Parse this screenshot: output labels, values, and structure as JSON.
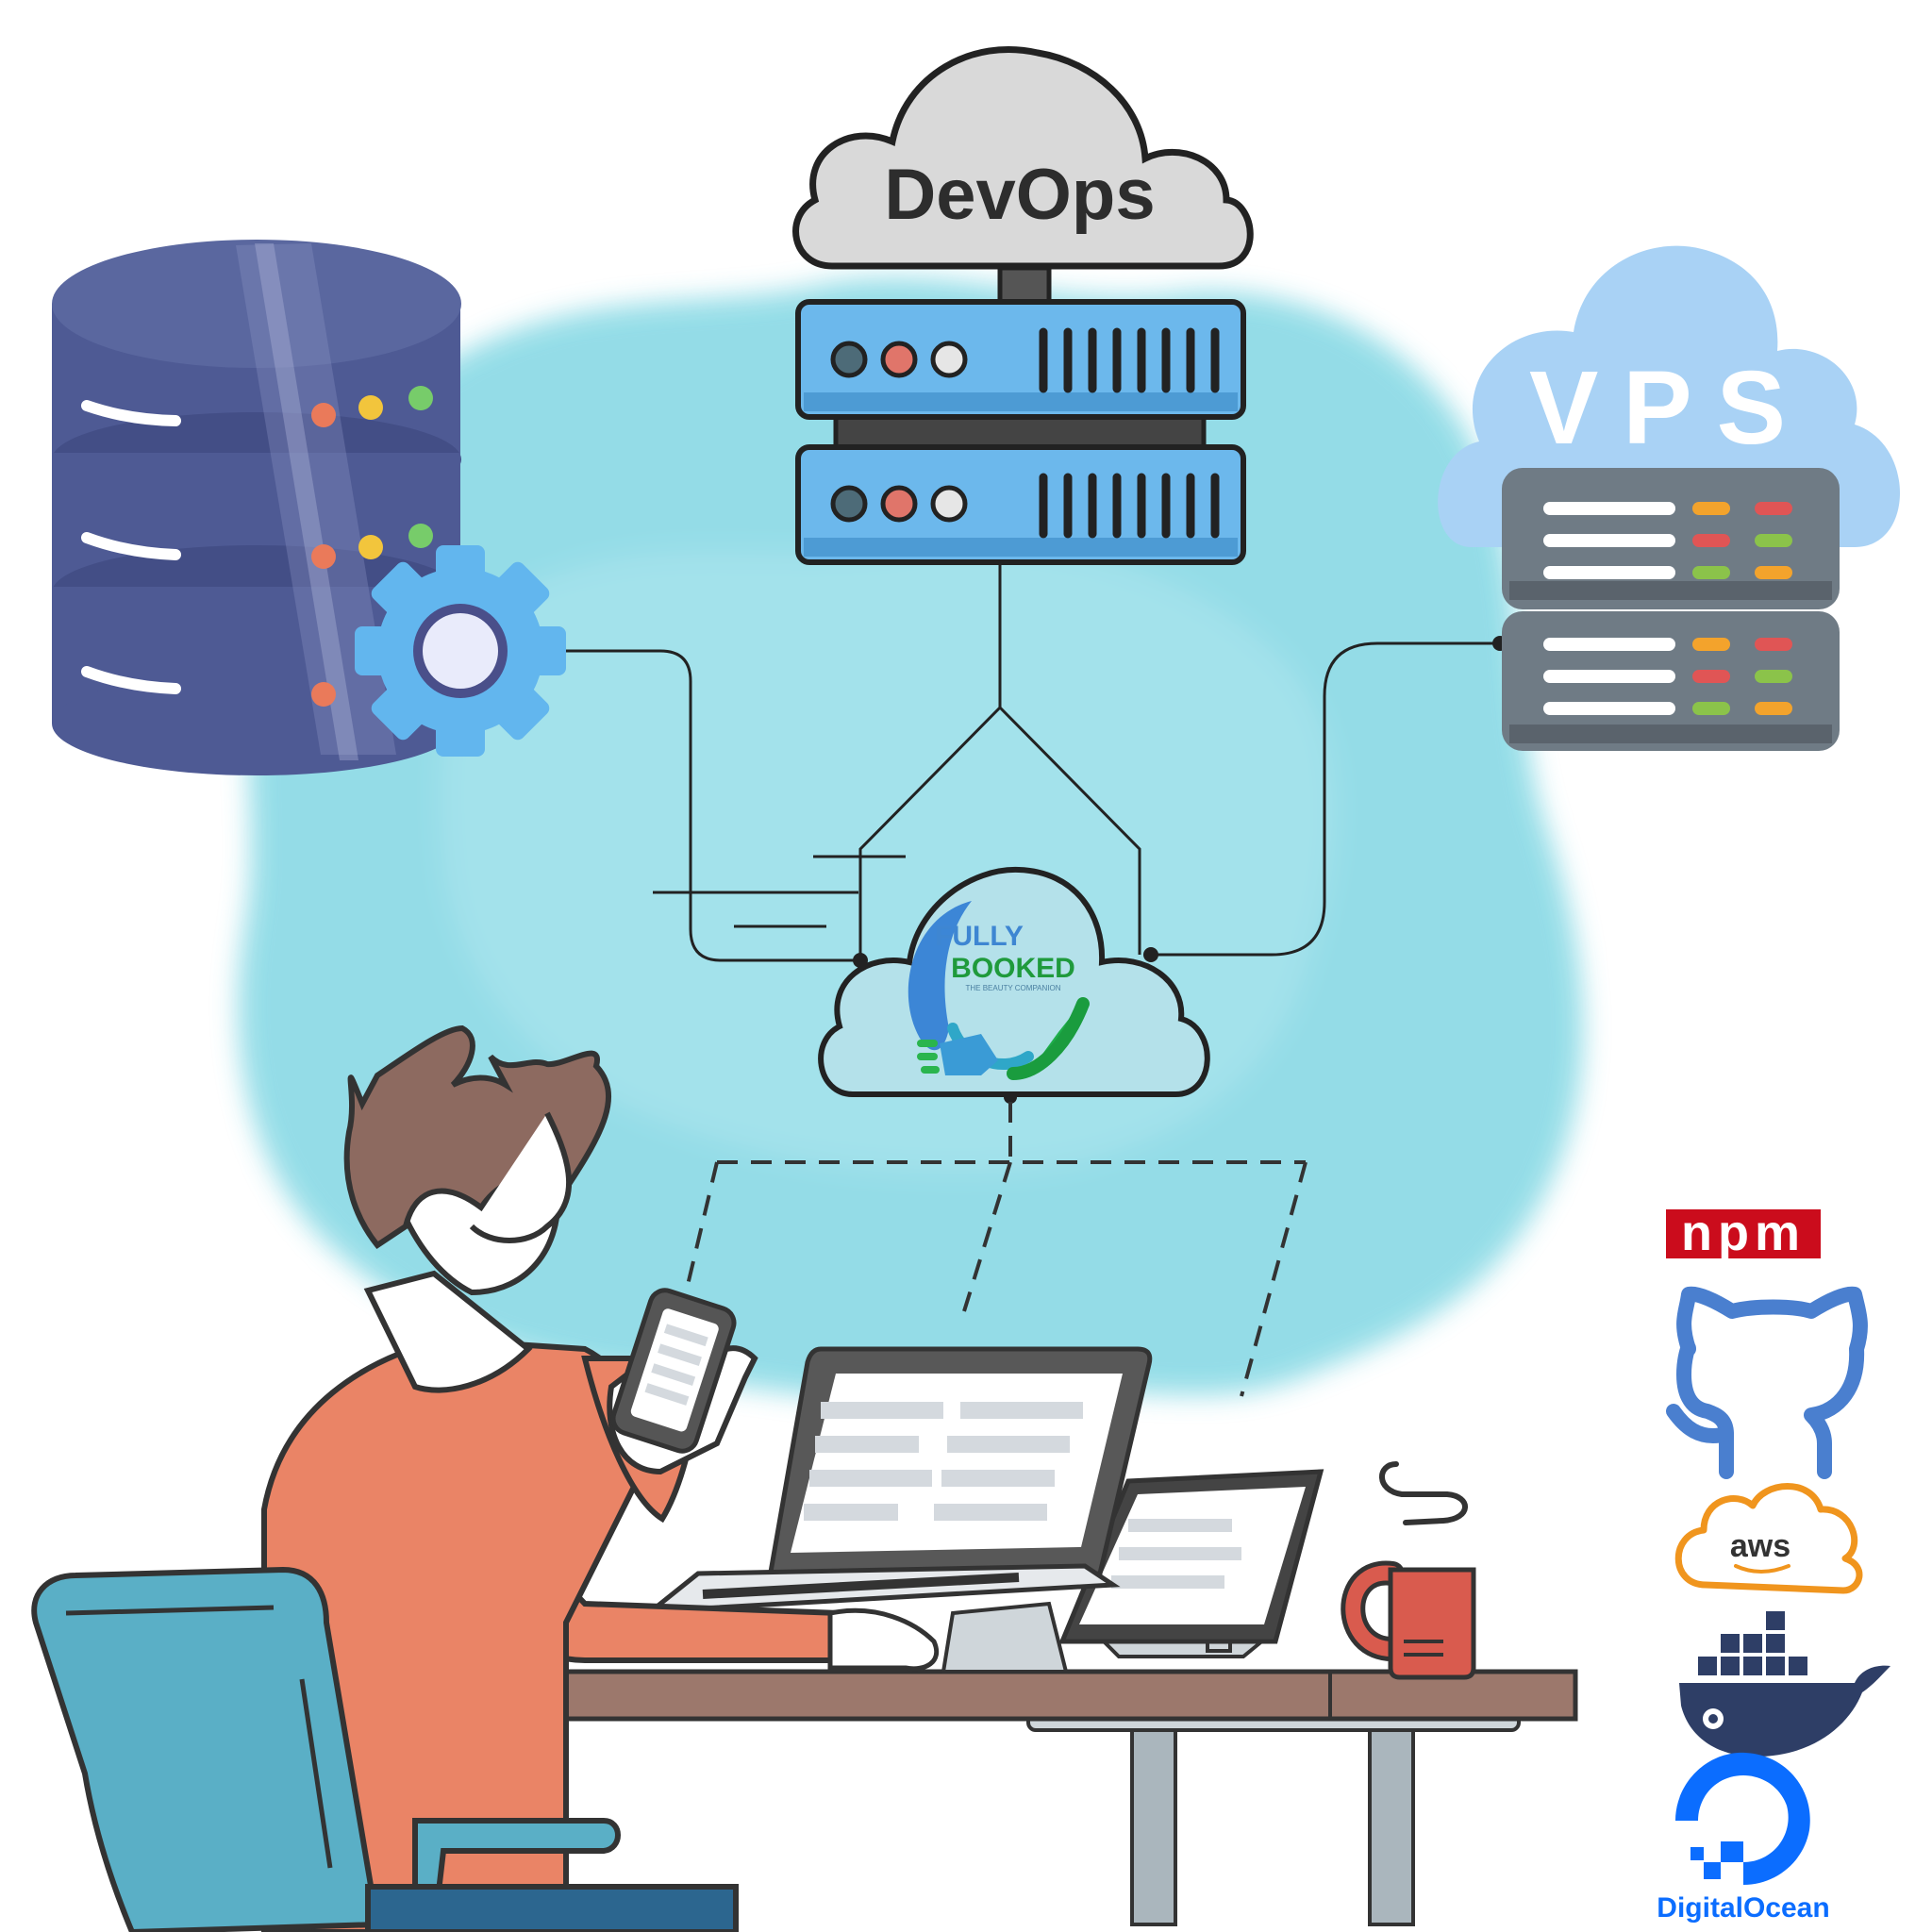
{
  "devops": {
    "label": "DevOps"
  },
  "vps": {
    "label": "VPS"
  },
  "brand": {
    "line1": "FULLY",
    "line2": "BOOKED",
    "tagline": "THE BEAUTY COMPANION"
  },
  "tools": [
    {
      "icon": "npm-icon",
      "label": "npm"
    },
    {
      "icon": "github-icon",
      "label": ""
    },
    {
      "icon": "aws-icon",
      "label": "aws"
    },
    {
      "icon": "docker-icon",
      "label": ""
    },
    {
      "icon": "digitalocean-icon",
      "label": "DigitalOcean"
    }
  ],
  "colors": {
    "splash": "#8fdbe6",
    "database": "#4e5a94",
    "server": "#6cb8ec",
    "vps_cloud": "#a9d2f5",
    "vps_server": "#6f7b85",
    "npm": "#cb0c1c",
    "github": "#4a7fcf",
    "aws": "#f0951e",
    "docker": "#2e3e66",
    "digitalocean": "#0b6dff",
    "shirt": "#ea8466",
    "hair": "#8d6a60",
    "chair": "#5aafc6",
    "desk": "#9c786c",
    "mug": "#d95b4e"
  }
}
